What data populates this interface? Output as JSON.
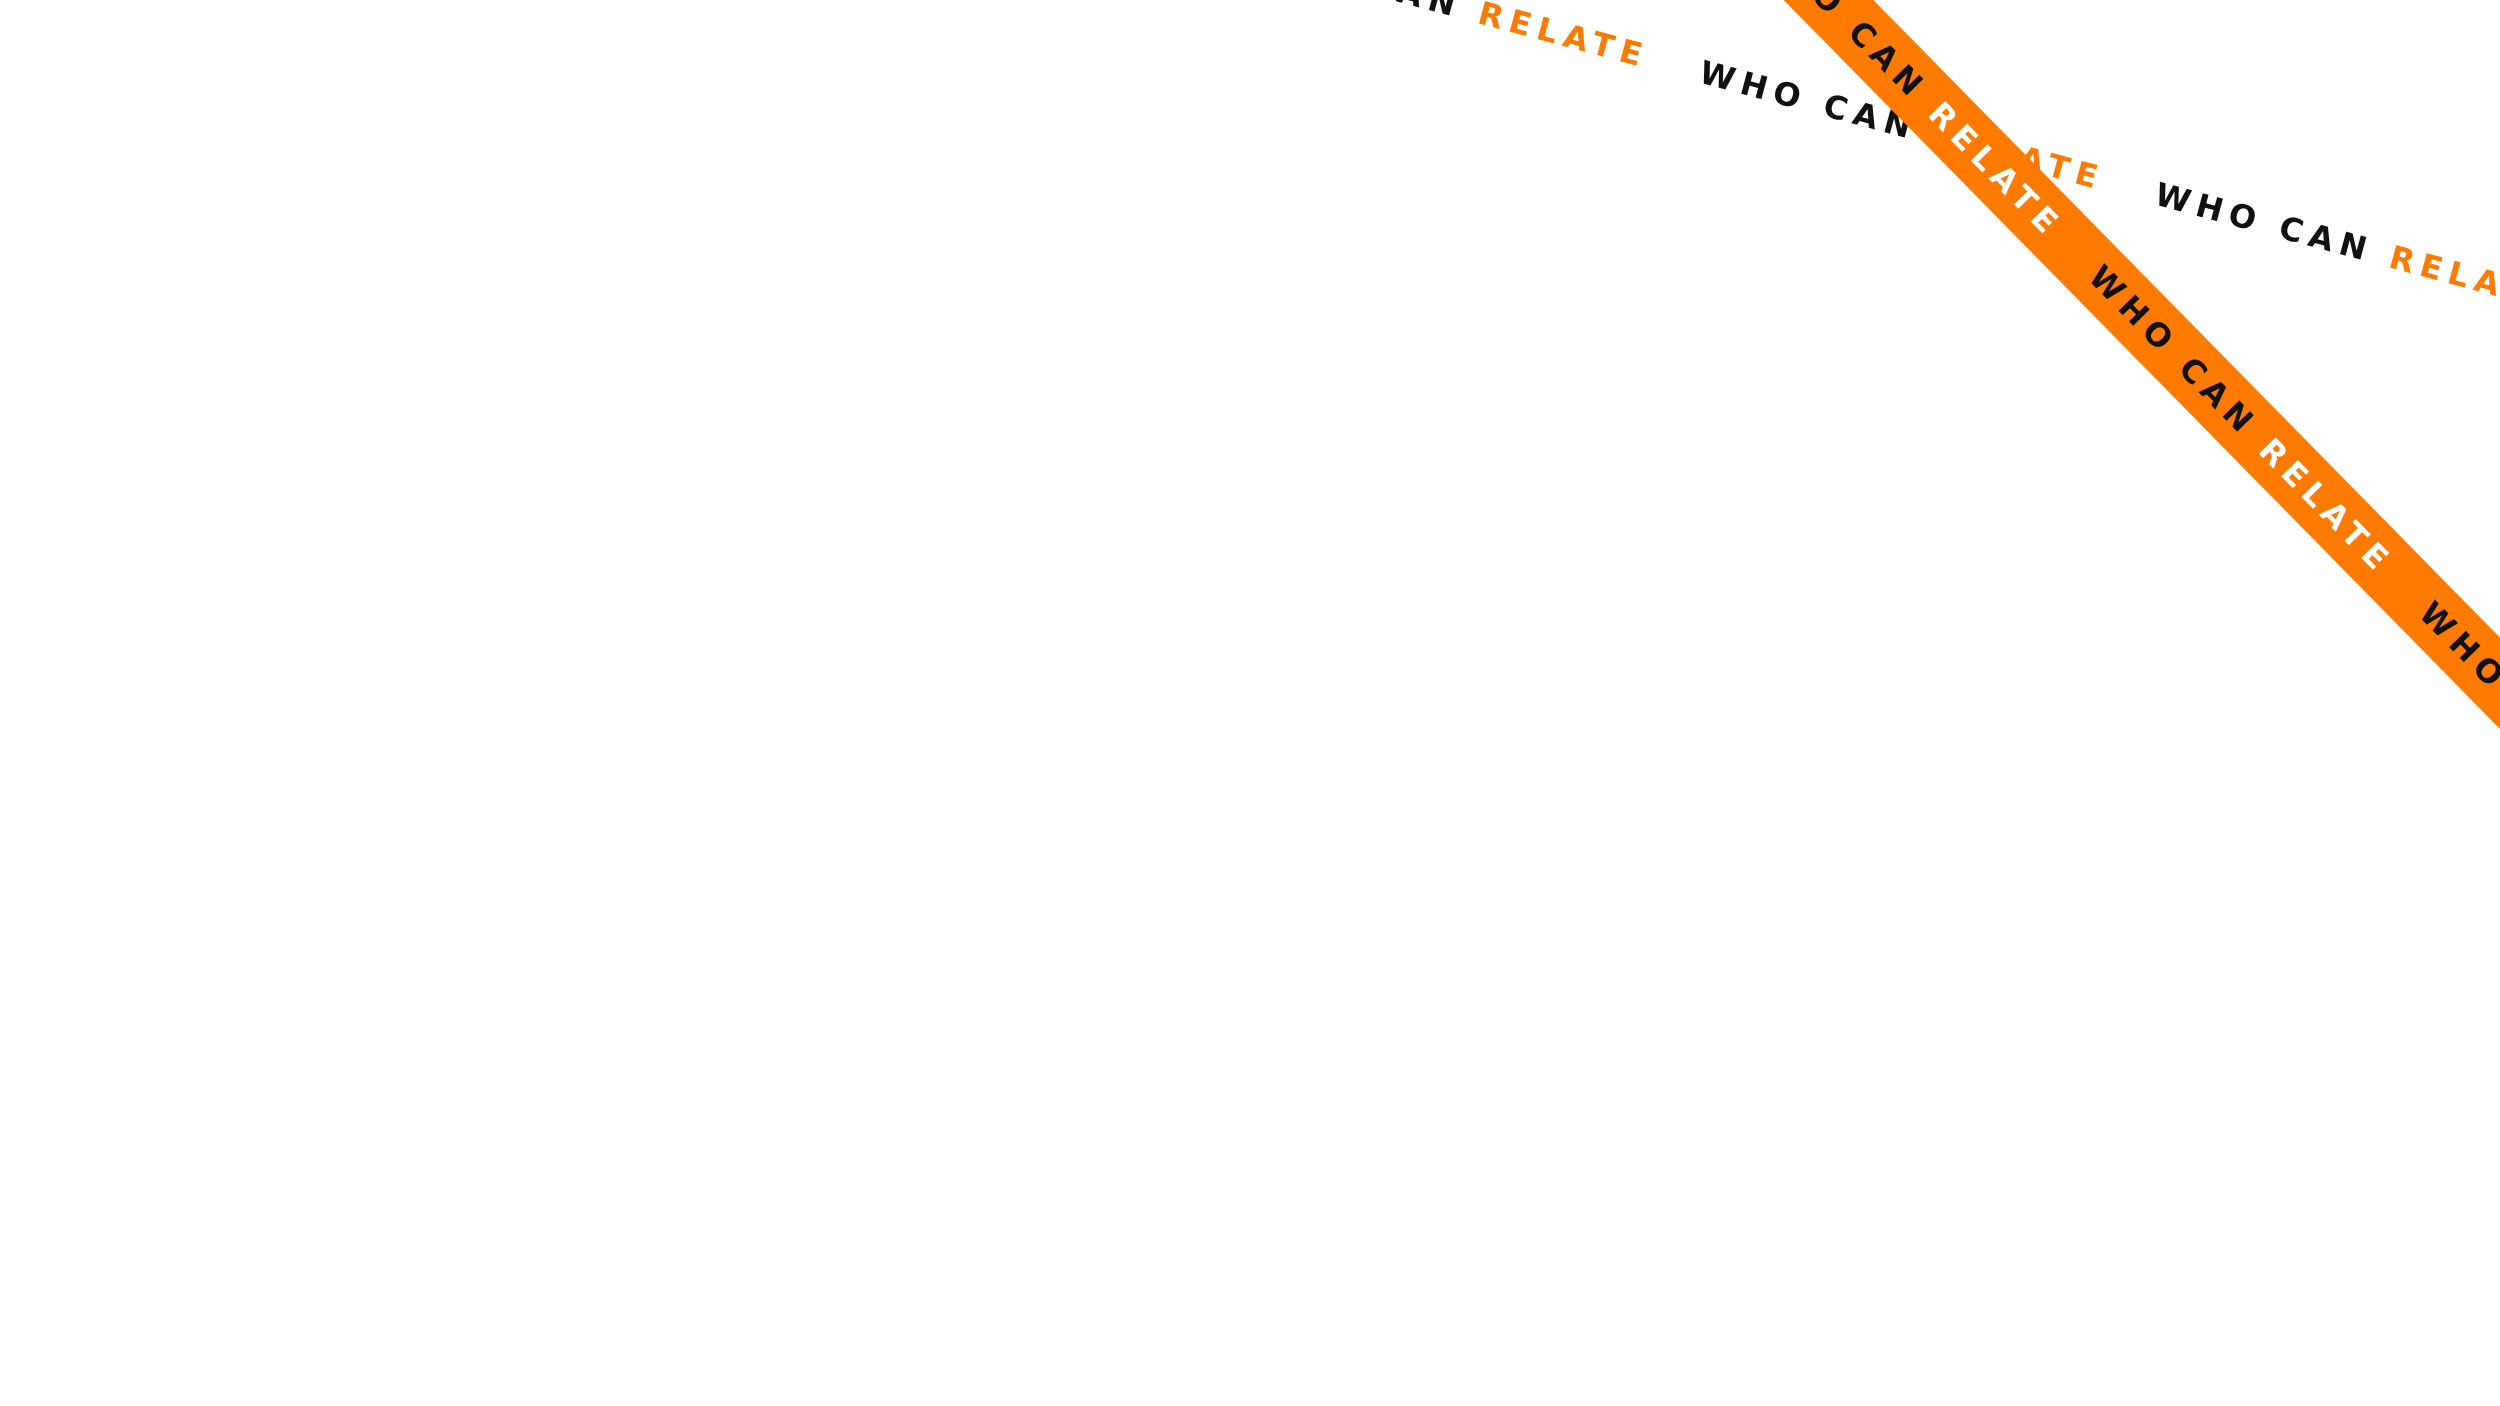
{
  "colors": {
    "accent": "#ff7a00",
    "ink": "#111111",
    "background": "#ffffff",
    "ribbon_text": "#ffffff"
  },
  "tagline": {
    "word_a": "WHO CAN",
    "word_b": "RELATE"
  },
  "white_band_repeats": 4,
  "orange_band_repeats": 4
}
